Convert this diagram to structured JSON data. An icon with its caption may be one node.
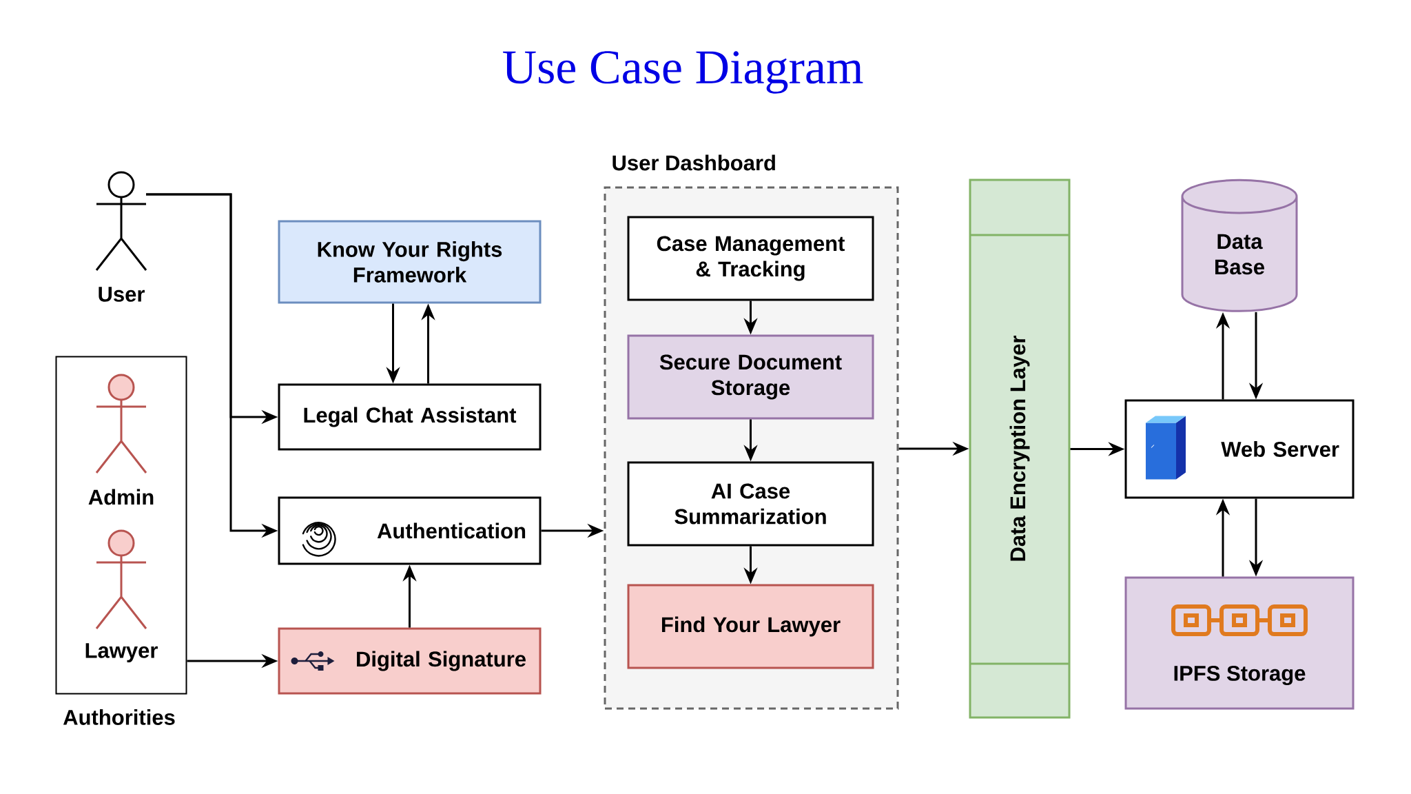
{
  "diagram": {
    "title": "Use Case Diagram",
    "nodes": [
      {
        "text": [
          "User"
        ]
      },
      {
        "text": [
          "Authorities"
        ]
      },
      {
        "text": [
          "Admin"
        ],
        "in": 1
      },
      {
        "text": [
          "Lawyer"
        ],
        "in": 1
      },
      {
        "text": [
          "Know Your Rights Framework"
        ]
      },
      {
        "text": [
          "Legal Chat Assistant"
        ]
      },
      {
        "text": [
          "Authentication"
        ]
      },
      {
        "text": [
          "Digital Signature"
        ]
      },
      {
        "text": [
          "User Dashboard"
        ]
      },
      {
        "text": [
          "Case Management & Tracking"
        ],
        "in": 8
      },
      {
        "text": [
          "Secure Document Storage"
        ],
        "in": 8
      },
      {
        "text": [
          "AI Case Summarization"
        ],
        "in": 8
      },
      {
        "text": [
          "Find Your Lawyer"
        ],
        "in": 8
      },
      {
        "text": [
          "Data Encryption Layer"
        ]
      },
      {
        "text": [
          "Data Base"
        ]
      },
      {
        "text": [
          "Web Server"
        ]
      },
      {
        "text": [
          "IPFS Storage"
        ]
      }
    ],
    "edges": [
      {
        "from": 0,
        "to": 5,
        "arrow": "to"
      },
      {
        "from": 0,
        "to": 6,
        "arrow": "to"
      },
      {
        "from": 4,
        "to": 5,
        "arrow": "to"
      },
      {
        "from": 5,
        "to": 4,
        "arrow": "to"
      },
      {
        "from": 1,
        "to": 7,
        "arrow": "to"
      },
      {
        "from": 7,
        "to": 6,
        "arrow": "to"
      },
      {
        "from": 6,
        "to": 8,
        "arrow": "to"
      },
      {
        "from": 9,
        "to": 10,
        "arrow": "to"
      },
      {
        "from": 10,
        "to": 11,
        "arrow": "to"
      },
      {
        "from": 11,
        "to": 12,
        "arrow": "to"
      },
      {
        "from": 8,
        "to": 13,
        "arrow": "to"
      },
      {
        "from": 13,
        "to": 15,
        "arrow": "to"
      },
      {
        "from": 15,
        "to": 14,
        "arrow": "to"
      },
      {
        "from": 14,
        "to": 15,
        "arrow": "to"
      },
      {
        "from": 16,
        "to": 15,
        "arrow": "to"
      },
      {
        "from": 15,
        "to": 16,
        "arrow": "to"
      }
    ]
  }
}
